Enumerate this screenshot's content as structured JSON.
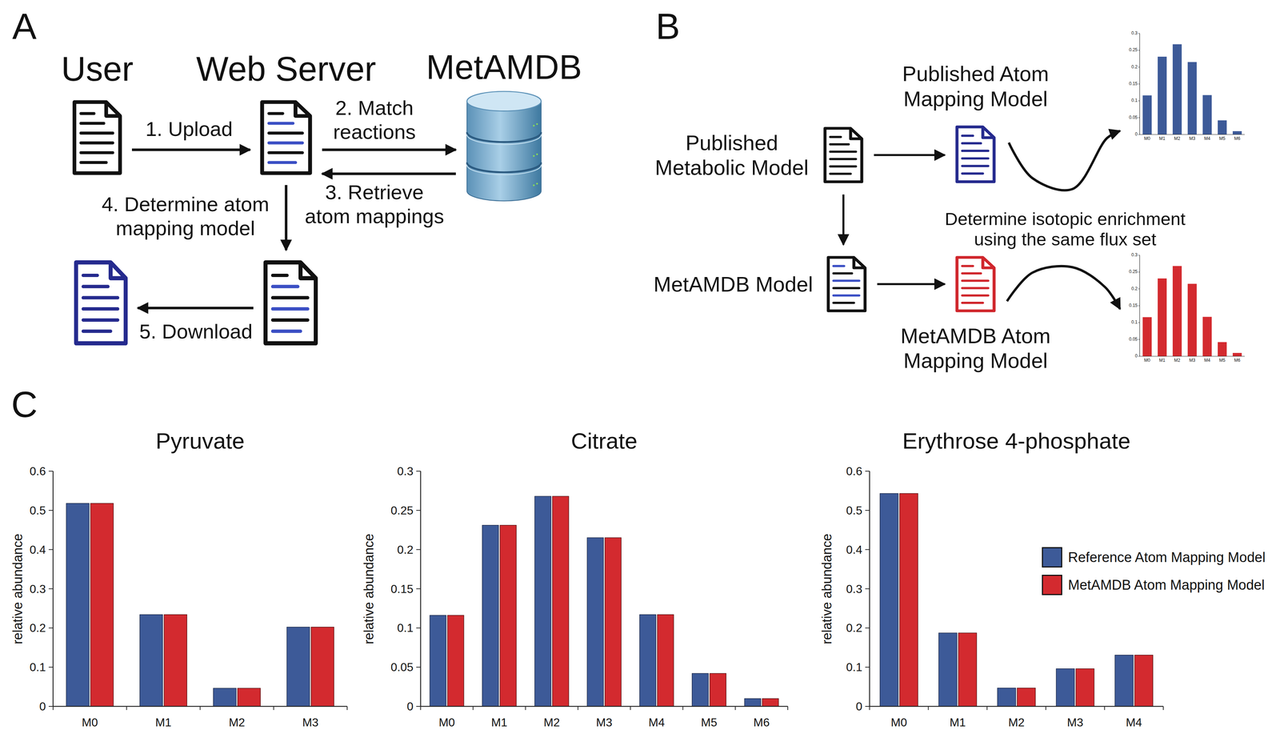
{
  "diagram": {
    "nodes": [
      {
        "text": [
          "User"
        ]
      },
      {
        "text": [
          "Web Server"
        ]
      },
      {
        "text": [
          "MetAMDB"
        ]
      },
      {
        "text": []
      },
      {
        "text": []
      },
      {
        "text": [
          "Published Metabolic Model"
        ]
      },
      {
        "text": [
          "Published Atom Mapping Model"
        ]
      },
      {
        "text": [
          "0",
          "0.05",
          "0.1",
          "0.15",
          "0.2",
          "0.25",
          "0.3",
          "M0",
          "M1",
          "M2",
          "M3",
          "M4",
          "M5",
          "M6"
        ]
      },
      {
        "text": [
          "MetAMDB Model"
        ]
      },
      {
        "text": [
          "MetAMDB Atom Mapping Model"
        ]
      },
      {
        "text": [
          "0",
          "0.05",
          "0.1",
          "0.15",
          "0.2",
          "0.25",
          "0.3",
          "M0",
          "M1",
          "M2",
          "M3",
          "M4",
          "M5",
          "M6"
        ]
      }
    ],
    "edges": [
      {
        "from": 0,
        "to": 1,
        "arrow": "to",
        "label": "1. Upload"
      },
      {
        "from": 1,
        "to": 2,
        "arrow": "to",
        "label": "2. Match reactions"
      },
      {
        "from": 2,
        "to": 1,
        "arrow": "to",
        "label": "3. Retrieve atom mappings"
      },
      {
        "from": 1,
        "to": 4,
        "arrow": "to",
        "label": "4. Determine atom mapping model"
      },
      {
        "from": 4,
        "to": 3,
        "arrow": "to",
        "label": "5. Download"
      },
      {
        "from": 5,
        "to": 6,
        "arrow": "to"
      },
      {
        "from": 5,
        "to": 8,
        "arrow": "to"
      },
      {
        "from": 8,
        "to": 9,
        "arrow": "to"
      },
      {
        "from": 6,
        "to": 7,
        "arrow": "to"
      },
      {
        "from": 9,
        "to": 10,
        "arrow": "to"
      }
    ],
    "labels": [
      "A",
      "B",
      "C",
      "Determine isotopic enrichment using the same flux set",
      "Pyruvate",
      "relative abundance",
      "0",
      "0.1",
      "0.2",
      "0.3",
      "0.4",
      "0.5",
      "0.6",
      "M0",
      "M1",
      "M2",
      "M3",
      "Citrate",
      "relative abundance",
      "0",
      "0.05",
      "0.1",
      "0.15",
      "0.2",
      "0.25",
      "0.3",
      "M0",
      "M1",
      "M2",
      "M3",
      "M4",
      "M5",
      "M6",
      "Erythrose 4-phosphate",
      "relative abundance",
      "0",
      "0.1",
      "0.2",
      "0.3",
      "0.4",
      "0.5",
      "0.6",
      "M0",
      "M1",
      "M2",
      "M3",
      "M4"
    ],
    "legend": [
      {
        "text": "Reference Atom Mapping Model",
        "color": "#3d5a98"
      },
      {
        "text": "MetAMDB Atom Mapping Model",
        "color": "#d32a2f"
      }
    ]
  }
}
